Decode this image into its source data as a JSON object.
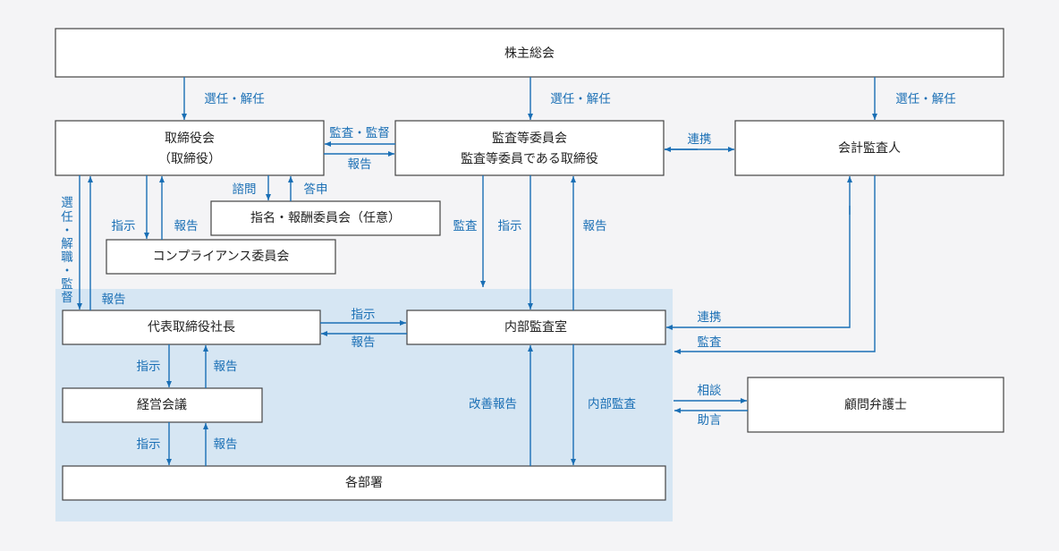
{
  "colors": {
    "background": "#f4f4f6",
    "executive_area": "#d6e6f3",
    "arrow": "#1a6fb5",
    "box_border": "#444444"
  },
  "boxes": {
    "shareholders": "株主総会",
    "board": [
      "取締役会",
      "（取締役）"
    ],
    "audit_committee": [
      "監査等委員会",
      "監査等委員である取締役"
    ],
    "accounting_auditor": "会計監査人",
    "nomination_committee": "指名・報酬委員会（任意）",
    "compliance_committee": "コンプライアンス委員会",
    "president": "代表取締役社長",
    "internal_audit": "内部監査室",
    "management_meeting": "経営会議",
    "departments": "各部署",
    "legal_advisor": "顧問弁護士"
  },
  "labels": {
    "elect1": "選任・解任",
    "elect2": "選任・解任",
    "elect3": "選任・解任",
    "audit_supervise": "監査・監督",
    "report_board": "報告",
    "cooperate_top": "連携",
    "elect_dismiss_supervise": [
      "選",
      "任",
      "・",
      "解",
      "職",
      "・",
      "監",
      "督"
    ],
    "report_president": "報告",
    "instruct_compliance": "指示",
    "report_compliance": "報告",
    "consult": "諮問",
    "answer": "答申",
    "audit_ac": "監査",
    "instruct_ac": "指示",
    "report_ac": "報告",
    "cooperate_ia": "連携",
    "audit_ia": "監査",
    "instruct_ia": "指示",
    "report_ia": "報告",
    "instruct_mm": "指示",
    "report_mm": "報告",
    "instruct_dept": "指示",
    "report_dept": "報告",
    "improvement_report": "改善報告",
    "internal_audit_label": "内部監査",
    "consultation": "相談",
    "advice": "助言"
  }
}
